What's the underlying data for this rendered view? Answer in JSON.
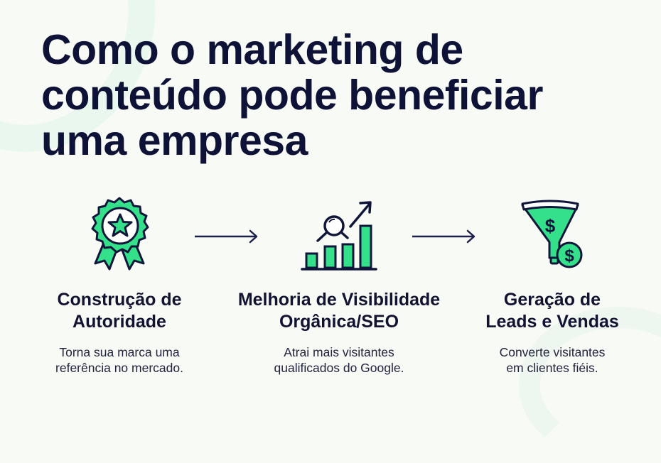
{
  "title": {
    "lines": [
      "Como o marketing de",
      "conteúdo pode beneficiar",
      "uma empresa"
    ]
  },
  "colors": {
    "title": "#0f1237",
    "accent_green": "#35e08a",
    "outline": "#10163a",
    "background": "#f8faf6"
  },
  "steps": [
    {
      "icon": "award-ribbon-star-icon",
      "title_lines": [
        "Construção de",
        "Autoridade"
      ],
      "description_lines": [
        "Torna sua marca uma",
        "referência no mercado."
      ]
    },
    {
      "icon": "growth-chart-magnifier-icon",
      "title_lines": [
        "Melhoria de Visibilidade",
        "Orgânica/SEO"
      ],
      "description_lines": [
        "Atrai mais visitantes",
        "qualificados do Google."
      ]
    },
    {
      "icon": "sales-funnel-dollar-icon",
      "title_lines": [
        "Geração de",
        "Leads e Vendas"
      ],
      "description_lines": [
        "Converte visitantes",
        "em clientes fiéis."
      ]
    }
  ],
  "connectors": [
    "arrow-right",
    "arrow-right"
  ]
}
